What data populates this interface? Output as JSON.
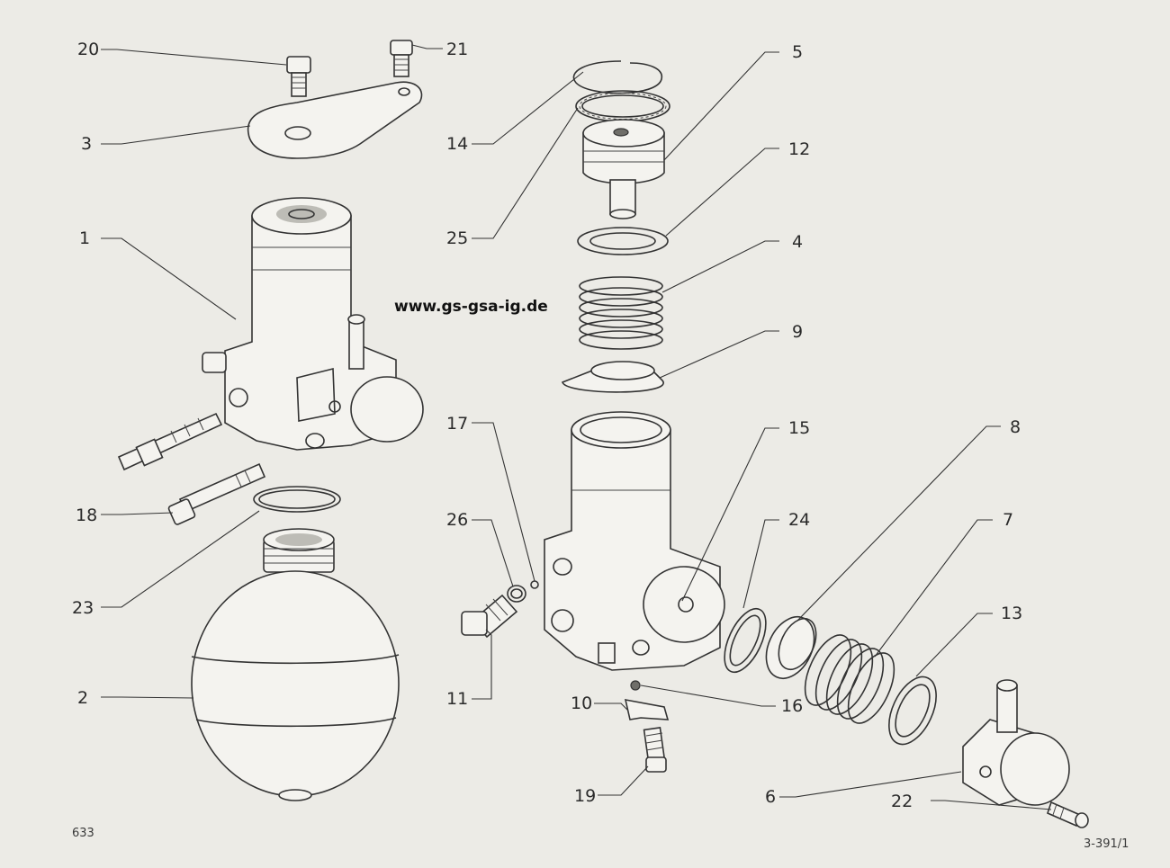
{
  "watermark": "www.gs-gsa-ig.de",
  "page_number": "633",
  "figure_ref": "3-391/1",
  "callouts": [
    {
      "id": "20",
      "label": "20"
    },
    {
      "id": "21",
      "label": "21"
    },
    {
      "id": "3",
      "label": "3"
    },
    {
      "id": "1",
      "label": "1"
    },
    {
      "id": "18",
      "label": "18"
    },
    {
      "id": "23",
      "label": "23"
    },
    {
      "id": "2",
      "label": "2"
    },
    {
      "id": "14",
      "label": "14"
    },
    {
      "id": "25",
      "label": "25"
    },
    {
      "id": "5",
      "label": "5"
    },
    {
      "id": "12",
      "label": "12"
    },
    {
      "id": "4",
      "label": "4"
    },
    {
      "id": "9",
      "label": "9"
    },
    {
      "id": "17",
      "label": "17"
    },
    {
      "id": "26",
      "label": "26"
    },
    {
      "id": "11",
      "label": "11"
    },
    {
      "id": "15",
      "label": "15"
    },
    {
      "id": "24",
      "label": "24"
    },
    {
      "id": "8",
      "label": "8"
    },
    {
      "id": "7",
      "label": "7"
    },
    {
      "id": "13",
      "label": "13"
    },
    {
      "id": "10",
      "label": "10"
    },
    {
      "id": "16",
      "label": "16"
    },
    {
      "id": "19",
      "label": "19"
    },
    {
      "id": "6",
      "label": "6"
    },
    {
      "id": "22",
      "label": "22"
    }
  ]
}
